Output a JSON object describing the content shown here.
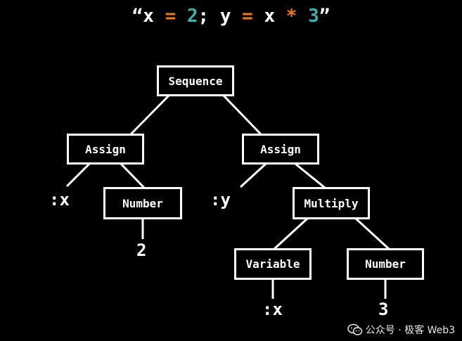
{
  "title": {
    "open_quote": "“",
    "tok1": "x ",
    "tok2": "=",
    "tok3": " ",
    "tok4": "2",
    "tok5": "; y ",
    "tok6": "=",
    "tok7": " x ",
    "tok8": "*",
    "tok9": " ",
    "tok10": "3",
    "close_quote": "”"
  },
  "tree": {
    "root": "Sequence",
    "assign_left": "Assign",
    "assign_right": "Assign",
    "leaf_x1": ":x",
    "number_left": "Number",
    "leaf_2": "2",
    "leaf_y": ":y",
    "multiply": "Multiply",
    "variable": "Variable",
    "leaf_x2": ":x",
    "number_right": "Number",
    "leaf_3": "3"
  },
  "watermark": {
    "text": "公众号 · 极客 Web3",
    "icon": "wechat-icon"
  },
  "colors": {
    "background": "#000000",
    "text": "#ffffff",
    "operator": "#f07a1a",
    "number": "#3ab0b0"
  }
}
